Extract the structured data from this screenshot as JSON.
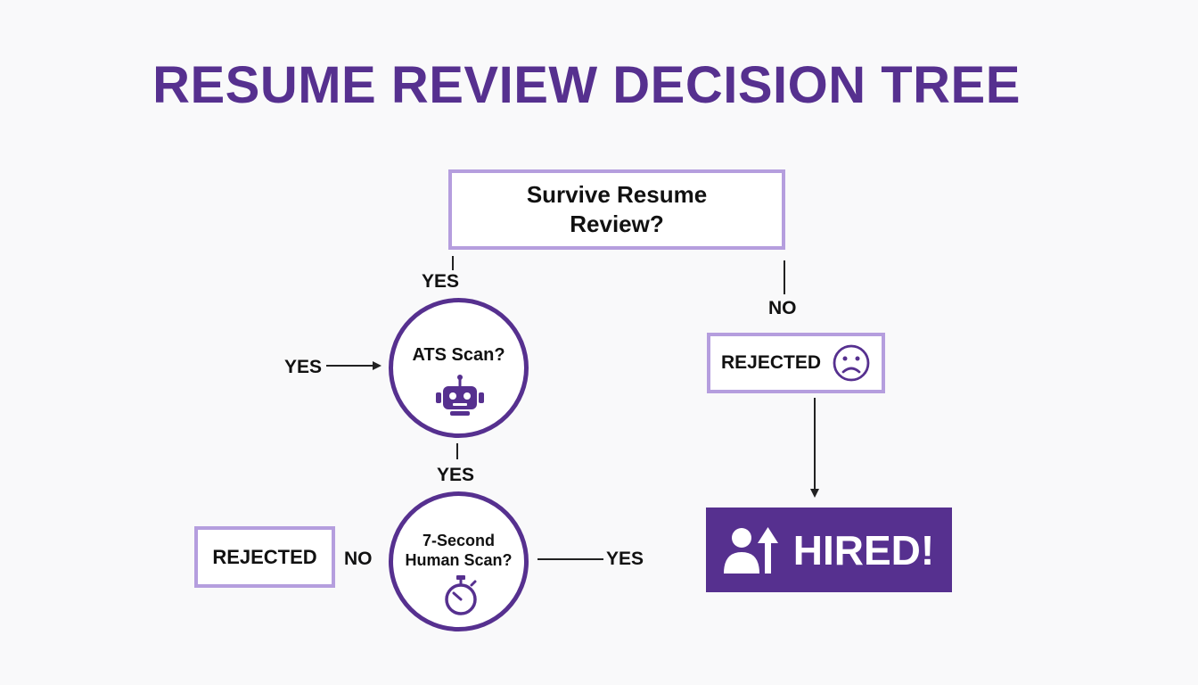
{
  "title": "RESUME REVIEW DECISION TREE",
  "colors": {
    "accent": "#56308f",
    "box_border": "#b59ede",
    "background": "#f9f9fa"
  },
  "nodes": {
    "root": {
      "line1": "Survive Resume",
      "line2": "Review?"
    },
    "ats": {
      "label": "ATS Scan?",
      "icon": "robot-icon"
    },
    "human": {
      "line1": "7-Second",
      "line2": "Human Scan?",
      "icon": "stopwatch-icon"
    },
    "rejected_right": {
      "label": "REJECTED",
      "icon": "sad-face-icon"
    },
    "rejected_left": {
      "label": "REJECTED"
    },
    "hired": {
      "label": "HIRED!",
      "icon": "person-up-arrow-icon"
    }
  },
  "edge_labels": {
    "root_yes": "YES",
    "root_no": "NO",
    "ats_in_yes": "YES",
    "ats_out_yes": "YES",
    "human_no": "NO",
    "human_yes": "YES"
  }
}
